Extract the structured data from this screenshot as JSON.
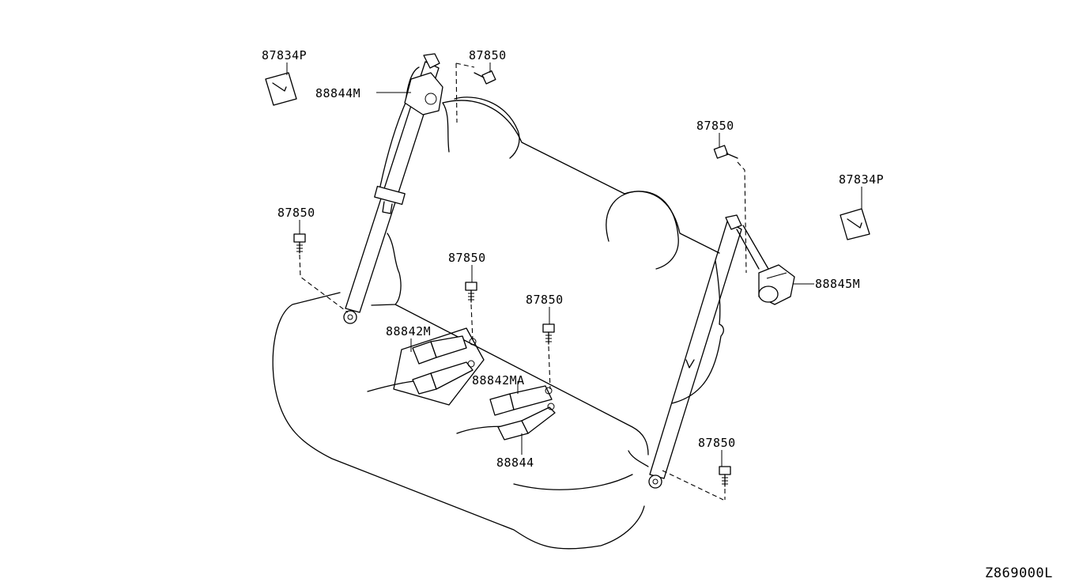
{
  "diagram": {
    "callouts": [
      {
        "id": "c1",
        "label": "87834P"
      },
      {
        "id": "c2",
        "label": "87850"
      },
      {
        "id": "c3",
        "label": "88844M"
      },
      {
        "id": "c4",
        "label": "87850"
      },
      {
        "id": "c5",
        "label": "87834P"
      },
      {
        "id": "c6",
        "label": "87850"
      },
      {
        "id": "c7",
        "label": "88845M"
      },
      {
        "id": "c8",
        "label": "87850"
      },
      {
        "id": "c9",
        "label": "87850"
      },
      {
        "id": "c10",
        "label": "88842M"
      },
      {
        "id": "c11",
        "label": "88842MA"
      },
      {
        "id": "c12",
        "label": "88844"
      },
      {
        "id": "c13",
        "label": "87850"
      }
    ],
    "figure_code": "Z869000L"
  }
}
